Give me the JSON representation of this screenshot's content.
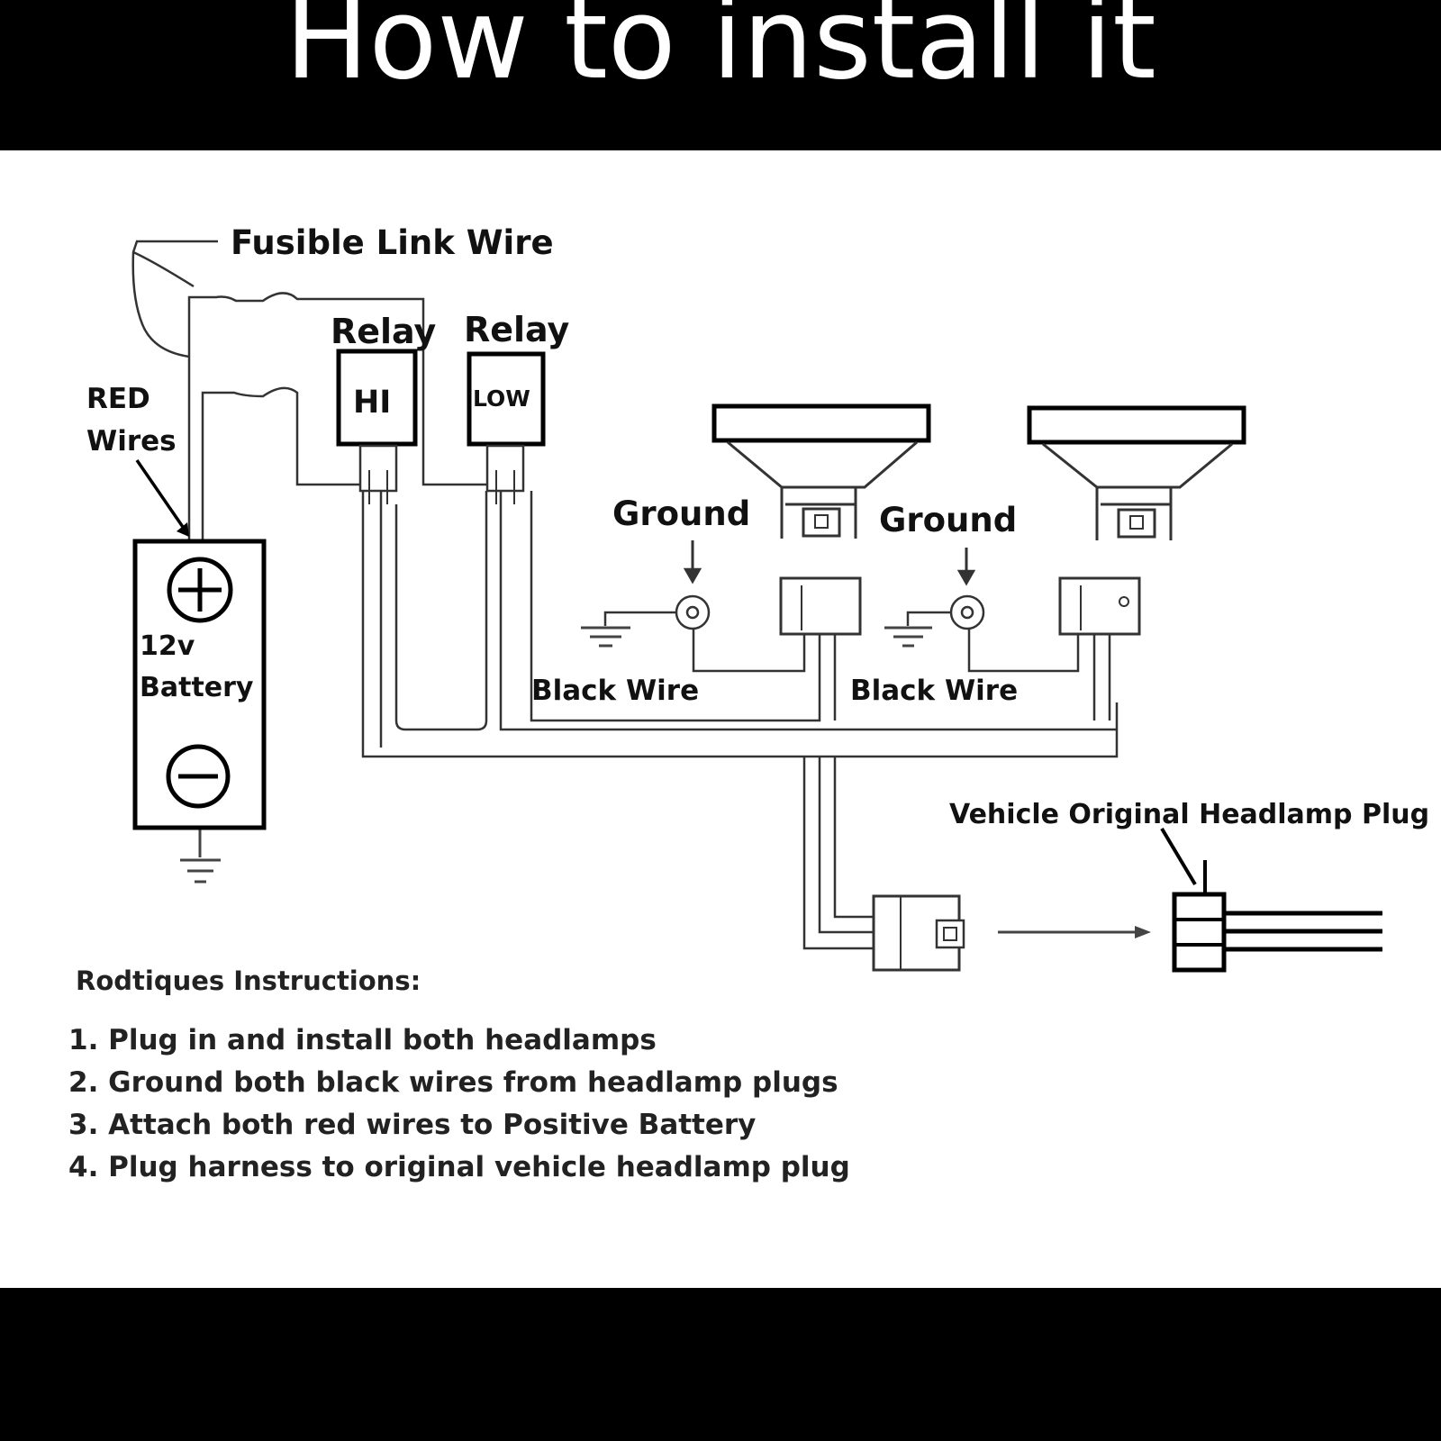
{
  "title": "How to install it",
  "labels": {
    "fusible_link": "Fusible Link Wire",
    "relay_hi": "Relay",
    "relay_low": "Relay",
    "hi": "HI",
    "low": "LOW",
    "red_wires_1": "RED",
    "red_wires_2": "Wires",
    "battery_1": "12v",
    "battery_2": "Battery",
    "ground_left": "Ground",
    "ground_right": "Ground",
    "black_wire_left": "Black Wire",
    "black_wire_right": "Black Wire",
    "vehicle_plug": "Vehicle Original Headlamp Plug"
  },
  "instructions": {
    "title": "Rodtiques Instructions:",
    "steps": [
      "1. Plug in and install both headlamps",
      "2. Ground both black wires from headlamp plugs",
      "3. Attach both red wires to Positive Battery",
      "4. Plug harness to original vehicle headlamp plug"
    ]
  }
}
